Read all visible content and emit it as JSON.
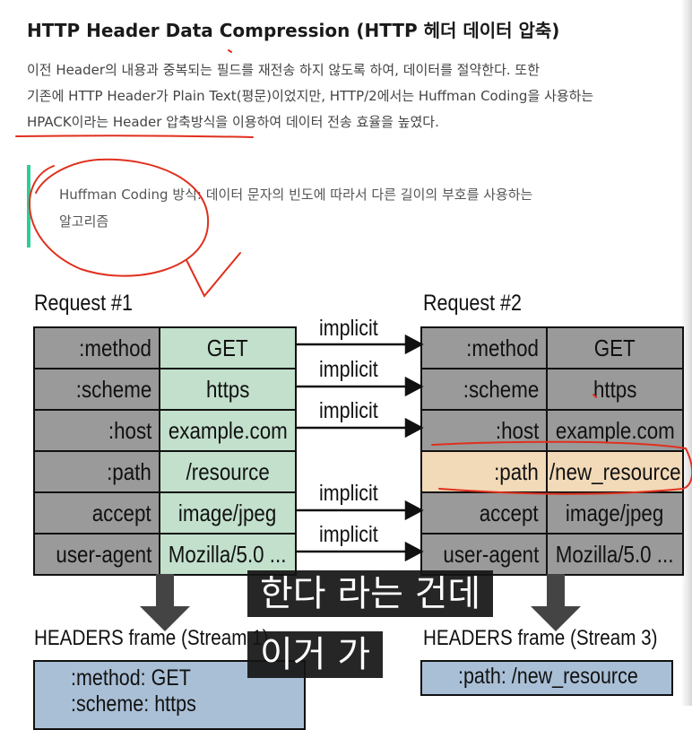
{
  "article": {
    "heading": "HTTP Header Data Compression (HTTP 헤더 데이터 압축)",
    "paragraph_lines": [
      "이전 Header의 내용과 중복되는 필드를 재전송 하지 않도록 하여, 데이터를 절약한다. 또한",
      "기존에 HTTP Header가 Plain Text(평문)이었지만, HTTP/2에서는 Huffman Coding을 사용하는",
      "HPACK이라는 Header 압축방식을 이용하여 데이터 전송 효율을 높였다."
    ],
    "quote_lines": [
      "Huffman Coding 방식: 데이터 문자의 빈도에 따라서 다른 길이의 부호를 사용하는",
      "알고리즘"
    ]
  },
  "diagram": {
    "request1": {
      "title": "Request #1",
      "rows": [
        {
          "key": ":method",
          "value": "GET"
        },
        {
          "key": ":scheme",
          "value": "https"
        },
        {
          "key": ":host",
          "value": "example.com"
        },
        {
          "key": ":path",
          "value": "/resource"
        },
        {
          "key": "accept",
          "value": "image/jpeg"
        },
        {
          "key": "user-agent",
          "value": "Mozilla/5.0 ..."
        }
      ]
    },
    "request2": {
      "title": "Request #2",
      "rows": [
        {
          "key": ":method",
          "value": "GET"
        },
        {
          "key": ":scheme",
          "value": "https"
        },
        {
          "key": ":host",
          "value": "example.com"
        },
        {
          "key": ":path",
          "value": "/new_resource"
        },
        {
          "key": "accept",
          "value": "image/jpeg"
        },
        {
          "key": "user-agent",
          "value": "Mozilla/5.0 ..."
        }
      ]
    },
    "arrow_label": "implicit",
    "frame1": {
      "title": "HEADERS frame (Stream 1)",
      "lines": [
        ":method:  GET",
        ":scheme:  https"
      ]
    },
    "frame2": {
      "title": "HEADERS frame (Stream 3)",
      "lines": [
        ":path:  /new_resource"
      ]
    },
    "colors": {
      "value_green": "#c2e0cc",
      "key_gray": "#9a9a9a",
      "highlight_orange": "#f2d9b8",
      "frame_blue": "#a9bfd6",
      "annotation_red": "#e0301e",
      "quote_bar": "#2ecc9a"
    }
  },
  "subtitles": {
    "line1": "한다 라는 건데",
    "line2": "이거 가"
  }
}
